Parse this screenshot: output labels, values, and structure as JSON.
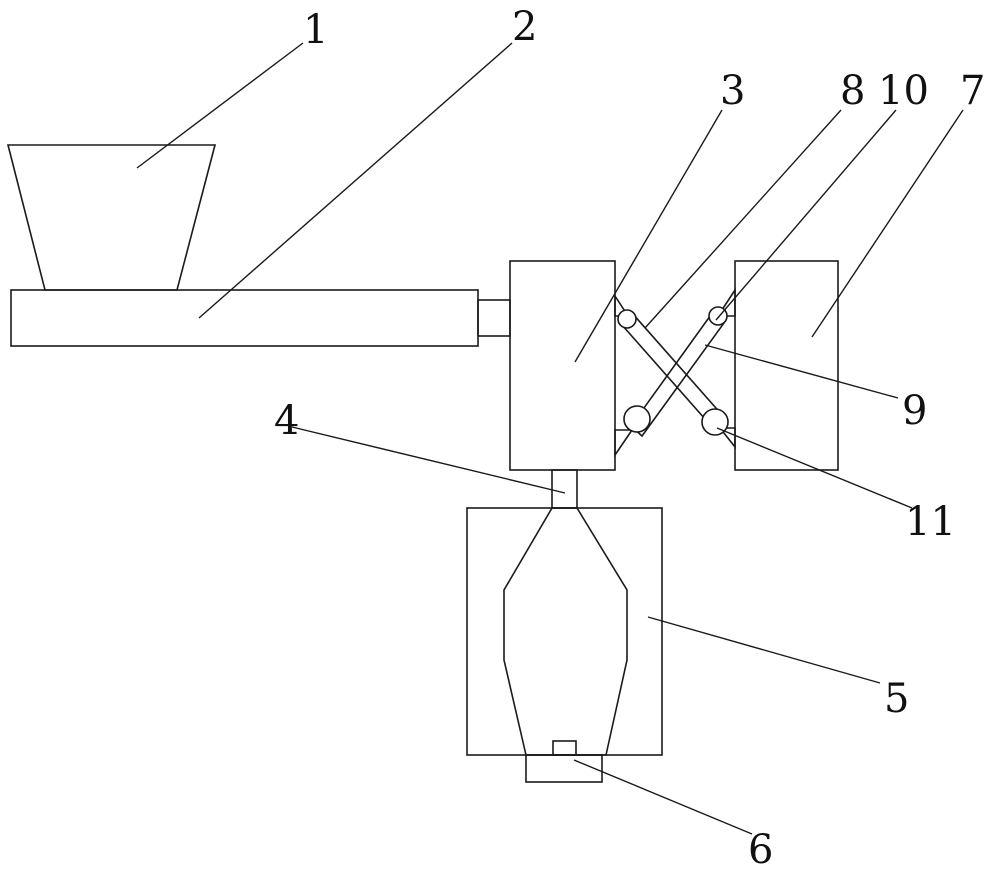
{
  "diagram": {
    "labels": {
      "l1": "1",
      "l2": "2",
      "l3": "3",
      "l4": "4",
      "l5": "5",
      "l6": "6",
      "l7": "7",
      "l8": "8",
      "l9": "9",
      "l10": "10",
      "l11": "11"
    },
    "colors": {
      "line": "#1a1a1a",
      "background": "#ffffff"
    }
  }
}
